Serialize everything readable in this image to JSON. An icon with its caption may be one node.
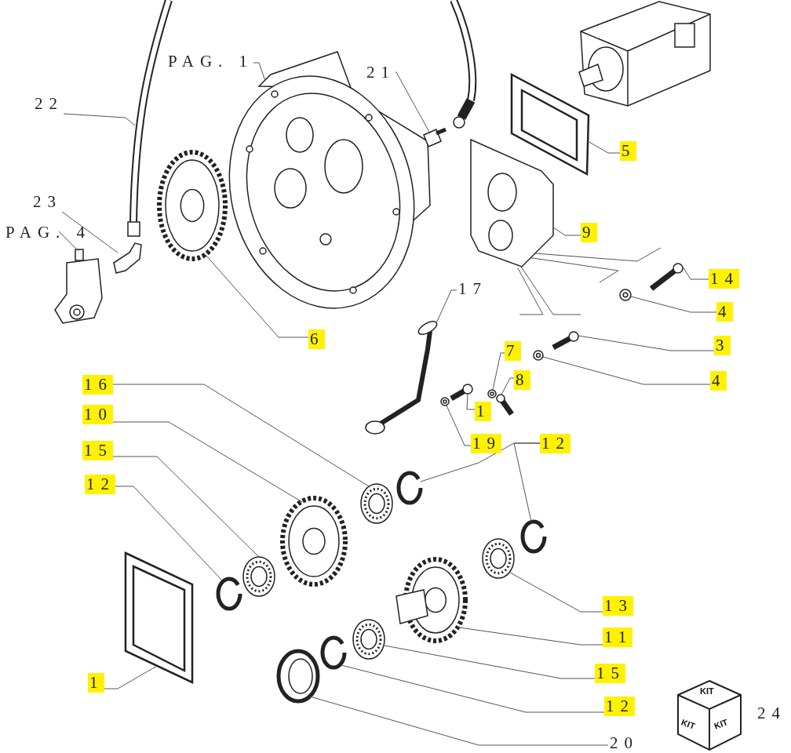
{
  "diagram": {
    "nodes": [
      {
        "text": [
          "PAG. 1"
        ]
      },
      {
        "text": [],
        "shape": "picture"
      },
      {
        "text": [
          "21"
        ]
      },
      {
        "text": [],
        "shape": "picture"
      },
      {
        "text": [
          "22"
        ]
      },
      {
        "text": [],
        "shape": "picture"
      },
      {
        "text": [
          "23"
        ]
      },
      {
        "text": [],
        "shape": "picture"
      },
      {
        "text": [
          "PAG. 4"
        ]
      },
      {
        "text": [],
        "shape": "picture"
      },
      {
        "text": [
          "6"
        ]
      },
      {
        "text": [],
        "shape": "picture"
      },
      {
        "text": [
          "5"
        ]
      },
      {
        "text": [],
        "shape": "box"
      },
      {
        "text": [
          "9"
        ]
      },
      {
        "text": [],
        "shape": "picture"
      },
      {
        "text": [
          "14"
        ]
      },
      {
        "text": [],
        "shape": "picture"
      },
      {
        "text": [
          "4"
        ]
      },
      {
        "text": [],
        "shape": "picture"
      },
      {
        "text": [
          "3"
        ]
      },
      {
        "text": [],
        "shape": "picture"
      },
      {
        "text": [
          "4"
        ]
      },
      {
        "text": [],
        "shape": "picture"
      },
      {
        "text": [
          "17"
        ]
      },
      {
        "text": [],
        "shape": "picture"
      },
      {
        "text": [
          "7"
        ]
      },
      {
        "text": [],
        "shape": "picture"
      },
      {
        "text": [
          "8"
        ]
      },
      {
        "text": [],
        "shape": "picture"
      },
      {
        "text": [
          "1"
        ]
      },
      {
        "text": [],
        "shape": "picture"
      },
      {
        "text": [
          "19"
        ]
      },
      {
        "text": [],
        "shape": "picture"
      },
      {
        "text": [
          "12"
        ]
      },
      {
        "text": [],
        "shape": "circle"
      },
      {
        "text": [],
        "shape": "circle"
      },
      {
        "text": [
          "16"
        ]
      },
      {
        "text": [],
        "shape": "picture"
      },
      {
        "text": [
          "10"
        ]
      },
      {
        "text": [],
        "shape": "picture"
      },
      {
        "text": [
          "15"
        ]
      },
      {
        "text": [],
        "shape": "picture"
      },
      {
        "text": [
          "12"
        ]
      },
      {
        "text": [],
        "shape": "circle"
      },
      {
        "text": [
          "1"
        ]
      },
      {
        "text": [],
        "shape": "box"
      },
      {
        "text": [
          "13"
        ]
      },
      {
        "text": [],
        "shape": "picture"
      },
      {
        "text": [
          "11"
        ]
      },
      {
        "text": [],
        "shape": "picture"
      },
      {
        "text": [
          "15"
        ]
      },
      {
        "text": [],
        "shape": "picture"
      },
      {
        "text": [
          "12"
        ]
      },
      {
        "text": [],
        "shape": "circle"
      },
      {
        "text": [
          "20"
        ]
      },
      {
        "text": [],
        "shape": "picture"
      },
      {
        "text": [
          "KIT",
          "KIT",
          "KIT"
        ],
        "beside": [
          "24"
        ]
      }
    ],
    "edges": [
      {
        "from": 0,
        "to": 1,
        "arrow": "none"
      },
      {
        "from": 2,
        "to": 3,
        "arrow": "none"
      },
      {
        "from": 4,
        "to": 5,
        "arrow": "none"
      },
      {
        "from": 6,
        "to": 7,
        "arrow": "none"
      },
      {
        "from": 8,
        "to": 9,
        "arrow": "none"
      },
      {
        "from": 10,
        "to": 11,
        "arrow": "none"
      },
      {
        "from": 12,
        "to": 13,
        "arrow": "none"
      },
      {
        "from": 14,
        "to": 15,
        "arrow": "none"
      },
      {
        "from": 16,
        "to": 17,
        "arrow": "none"
      },
      {
        "from": 18,
        "to": 19,
        "arrow": "none"
      },
      {
        "from": 20,
        "to": 21,
        "arrow": "none"
      },
      {
        "from": 22,
        "to": 23,
        "arrow": "none"
      },
      {
        "from": 24,
        "to": 25,
        "arrow": "none"
      },
      {
        "from": 26,
        "to": 27,
        "arrow": "none"
      },
      {
        "from": 28,
        "to": 29,
        "arrow": "none"
      },
      {
        "from": 30,
        "to": 31,
        "arrow": "none"
      },
      {
        "from": 32,
        "to": 33,
        "arrow": "none"
      },
      {
        "from": 34,
        "to": 35,
        "arrow": "none"
      },
      {
        "from": 34,
        "to": 36,
        "arrow": "none"
      },
      {
        "from": 37,
        "to": 38,
        "arrow": "none"
      },
      {
        "from": 39,
        "to": 40,
        "arrow": "none"
      },
      {
        "from": 41,
        "to": 42,
        "arrow": "none"
      },
      {
        "from": 43,
        "to": 44,
        "arrow": "none"
      },
      {
        "from": 45,
        "to": 46,
        "arrow": "none"
      },
      {
        "from": 47,
        "to": 48,
        "arrow": "none"
      },
      {
        "from": 49,
        "to": 50,
        "arrow": "none"
      },
      {
        "from": 51,
        "to": 52,
        "arrow": "none"
      },
      {
        "from": 53,
        "to": 54,
        "arrow": "none"
      },
      {
        "from": 55,
        "to": 56,
        "arrow": "none"
      }
    ]
  }
}
